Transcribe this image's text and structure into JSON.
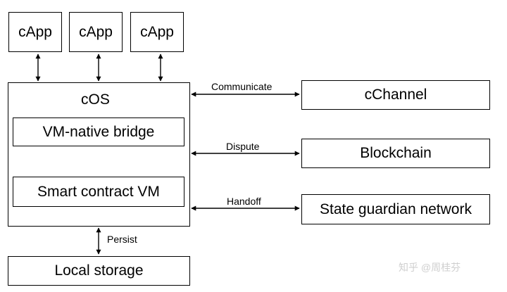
{
  "capps": [
    "cApp",
    "cApp",
    "cApp"
  ],
  "cos": {
    "title": "cOS",
    "bridge": "VM-native bridge",
    "vm": "Smart contract VM"
  },
  "right_boxes": {
    "cchannel": "cChannel",
    "blockchain": "Blockchain",
    "guardian": "State guardian network"
  },
  "edge_labels": {
    "communicate": "Communicate",
    "dispute": "Dispute",
    "handoff": "Handoff",
    "persist": "Persist"
  },
  "storage": "Local storage",
  "watermark": "知乎 @周桂芬"
}
